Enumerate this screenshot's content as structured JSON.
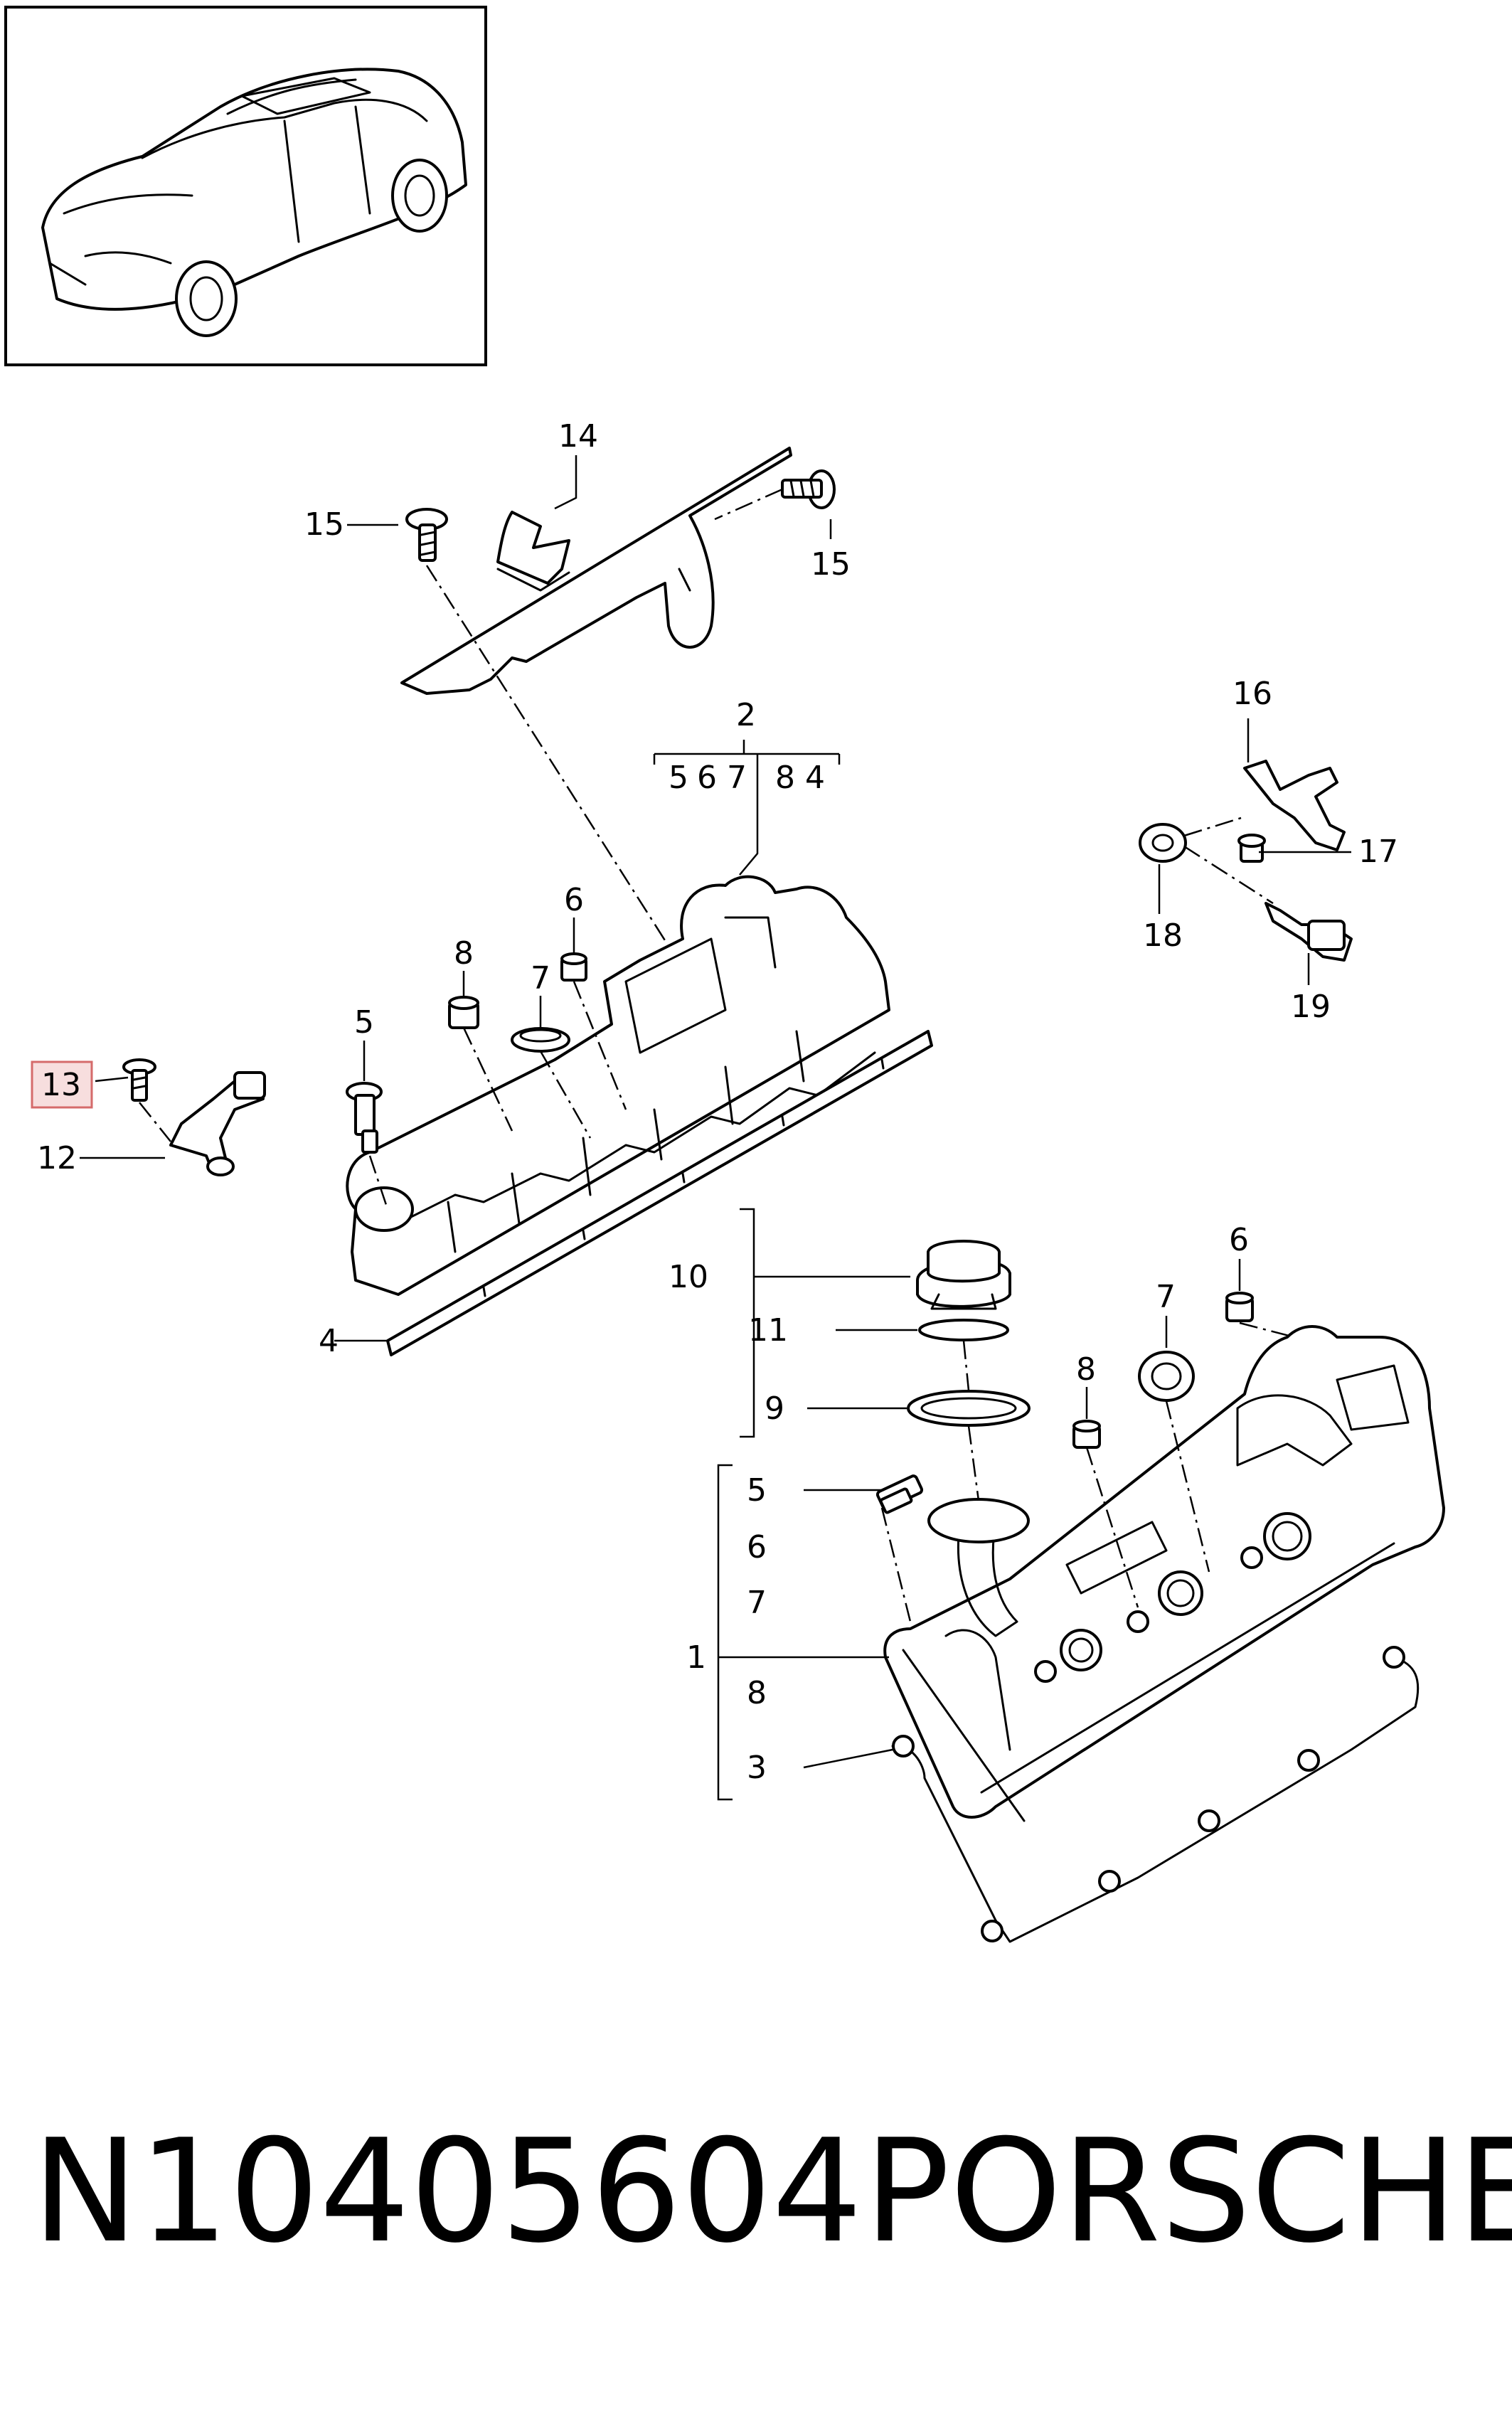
{
  "callouts": {
    "c1": "1",
    "c2": "2",
    "c3": "3",
    "c4": "4",
    "c5a": "5",
    "c5b": "5",
    "c5c": "5",
    "c6a": "6",
    "c6b": "6",
    "c6c": "6",
    "c6d": "6",
    "c7a": "7",
    "c7b": "7",
    "c7c": "7",
    "c7d": "7",
    "c8a": "8",
    "c8b": "8",
    "c8c": "8",
    "c8d": "8",
    "c9": "9",
    "c10": "10",
    "c11": "11",
    "c12": "12",
    "c13": "13",
    "c14": "14",
    "c15a": "15",
    "c15b": "15",
    "c16": "16",
    "c17": "17",
    "c18": "18",
    "c19": "19",
    "c4b": "4"
  },
  "highlighted_part": "13",
  "caption": {
    "part_number": "N10405604",
    "brand": "PORSCHE"
  },
  "colors": {
    "line": "#000000",
    "highlight_fill": "#f7dede",
    "highlight_border": "#d56b6b"
  }
}
